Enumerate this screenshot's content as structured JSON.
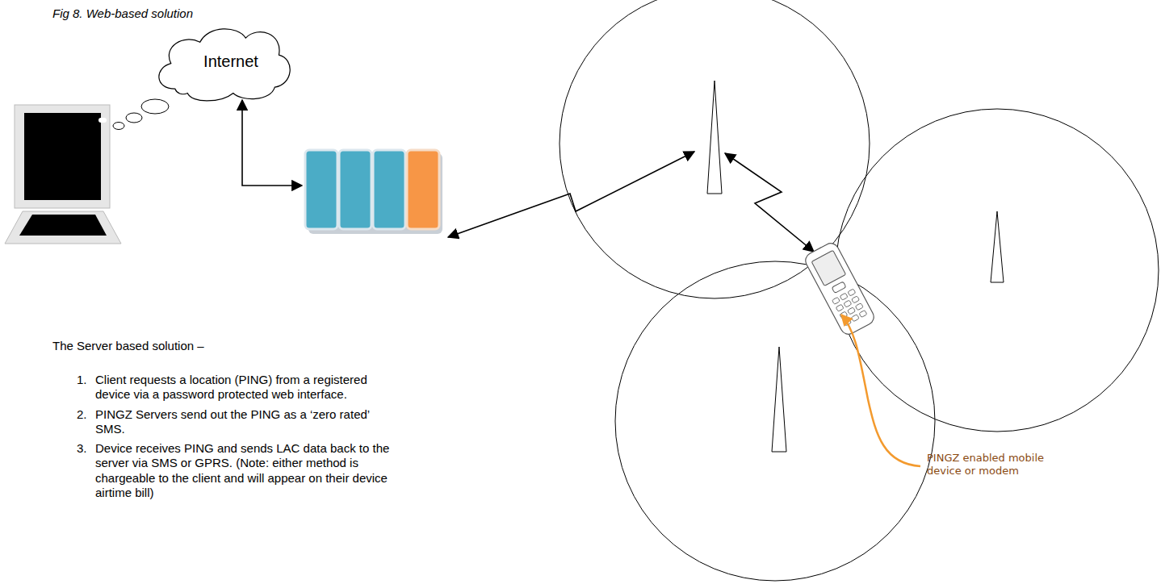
{
  "diagram": {
    "title": "Fig 8. Web-based solution",
    "nodes": [
      {
        "text": [
          "Internet"
        ]
      }
    ],
    "labels": [
      "The Server based solution –",
      "1.",
      "Client requests a location (PING) from a registered device via a password protected web interface.",
      "2.",
      "PINGZ Servers send out the PING as a ‘zero rated’ SMS.",
      "3.",
      "Device receives PING and sends LAC data back to the server via SMS or GPRS. (Note: either method is chargeable to the client and will appear on their device airtime bill)",
      "PINGZ enabled mobile device or modem"
    ]
  }
}
